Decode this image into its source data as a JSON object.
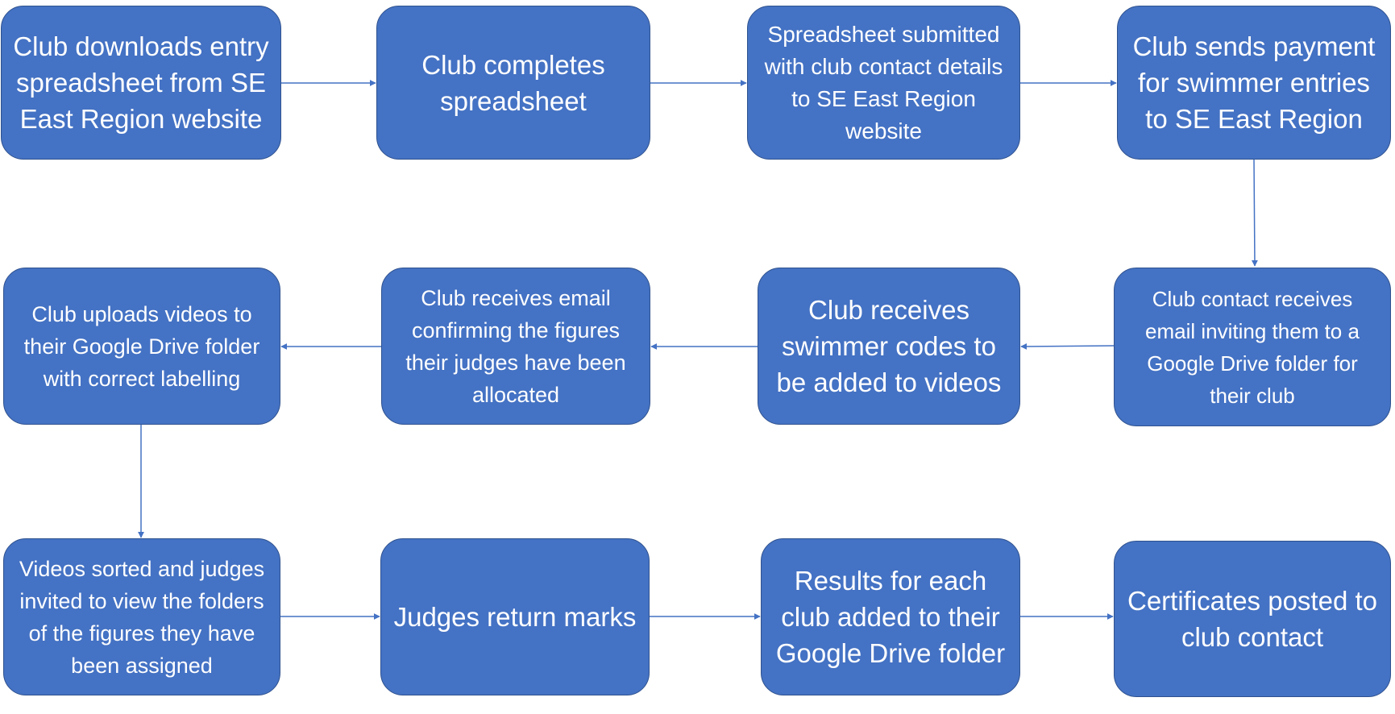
{
  "steps": [
    {
      "text": "Club downloads entry spreadsheet from SE East Region website"
    },
    {
      "text": "Club completes spreadsheet"
    },
    {
      "text": "Spreadsheet submitted with club contact details to SE East Region website"
    },
    {
      "text": "Club sends payment for swimmer entries to SE East Region"
    },
    {
      "text": "Club uploads videos to their Google Drive folder with correct labelling"
    },
    {
      "text": "Club receives email confirming the figures their judges have been allocated"
    },
    {
      "text": "Club receives swimmer codes to be added to videos"
    },
    {
      "text": "Club contact receives email inviting them to a Google Drive folder for their club"
    },
    {
      "text": "Videos sorted and judges invited to view the folders of the figures they have been assigned"
    },
    {
      "text": "Judges return marks"
    },
    {
      "text": "Results for each club added to their Google Drive folder"
    },
    {
      "text": "Certificates posted to club contact"
    }
  ],
  "colors": {
    "box_fill": "#4472c4",
    "box_border": "#2f528f",
    "arrow": "#4472c4",
    "text": "#ffffff"
  }
}
